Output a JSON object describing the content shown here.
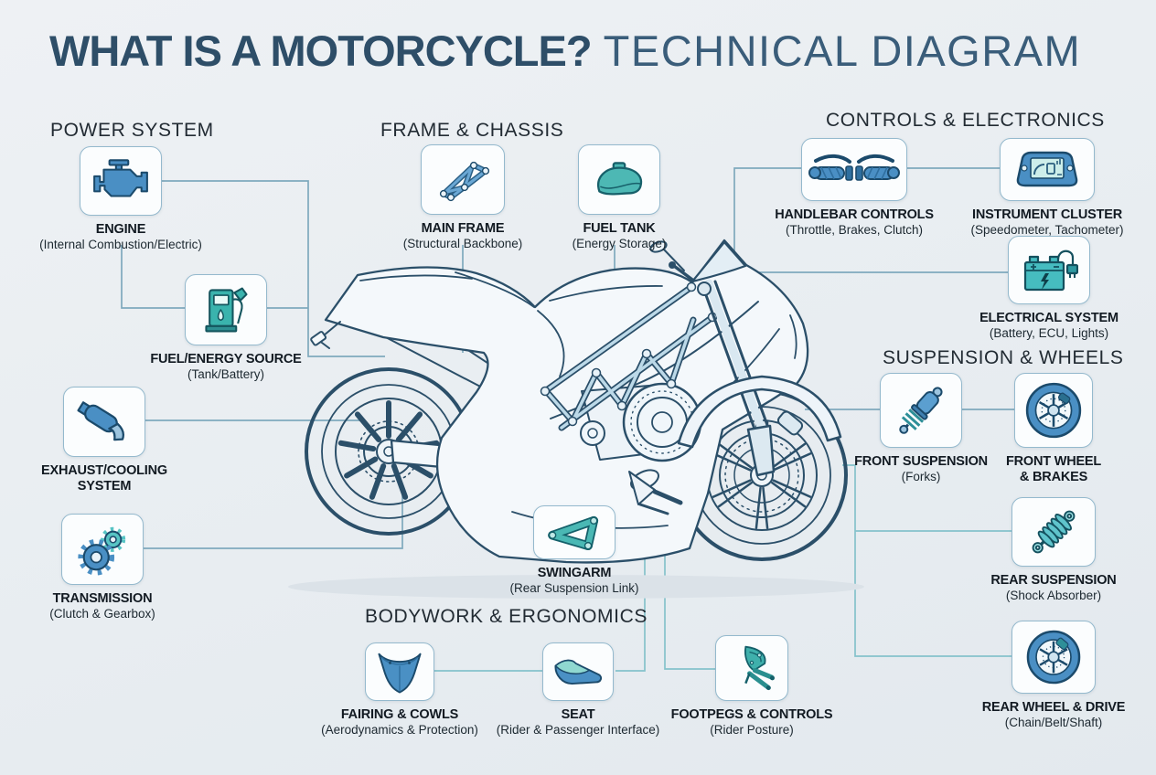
{
  "title": {
    "primary": "WHAT IS A MOTORCYCLE?",
    "secondary": "TECHNICAL DIAGRAM"
  },
  "sections": {
    "power": {
      "label": "POWER SYSTEM"
    },
    "frame": {
      "label": "FRAME & CHASSIS"
    },
    "controls": {
      "label": "CONTROLS & ELECTRONICS"
    },
    "suspension": {
      "label": "SUSPENSION & WHEELS"
    },
    "bodywork": {
      "label": "BODYWORK & ERGONOMICS"
    }
  },
  "components": {
    "engine": {
      "name": "ENGINE",
      "sub": "(Internal Combustion/Electric)",
      "icon": "engine-icon"
    },
    "fuel_source": {
      "name": "FUEL/ENERGY SOURCE",
      "sub": "(Tank/Battery)",
      "icon": "fuel-pump-icon"
    },
    "exhaust": {
      "name": "EXHAUST/COOLING",
      "name2": "SYSTEM",
      "icon": "exhaust-muffler-icon"
    },
    "transmission": {
      "name": "TRANSMISSION",
      "sub": "(Clutch & Gearbox)",
      "icon": "gears-icon"
    },
    "main_frame": {
      "name": "MAIN FRAME",
      "sub": "(Structural Backbone)",
      "icon": "trellis-frame-icon"
    },
    "fuel_tank": {
      "name": "FUEL TANK",
      "sub": "(Energy Storage)",
      "icon": "fuel-tank-icon"
    },
    "handlebar": {
      "name": "HANDLEBAR CONTROLS",
      "sub": "(Throttle, Brakes, Clutch)",
      "icon": "handlebar-grips-icon"
    },
    "instrument": {
      "name": "INSTRUMENT CLUSTER",
      "sub": "(Speedometer, Tachometer)",
      "icon": "instrument-cluster-icon"
    },
    "electrical": {
      "name": "ELECTRICAL SYSTEM",
      "sub": "(Battery, ECU, Lights)",
      "icon": "battery-icon"
    },
    "front_suspension": {
      "name": "FRONT SUSPENSION",
      "sub": "(Forks)",
      "icon": "front-shock-icon"
    },
    "front_wheel": {
      "name": "FRONT WHEEL",
      "name2": "& BRAKES",
      "icon": "front-wheel-icon"
    },
    "rear_suspension": {
      "name": "REAR SUSPENSION",
      "sub": "(Shock Absorber)",
      "icon": "coil-shock-icon"
    },
    "rear_wheel": {
      "name": "REAR WHEEL & DRIVE",
      "sub": "(Chain/Belt/Shaft)",
      "icon": "rear-wheel-icon"
    },
    "swingarm": {
      "name": "SWINGARM",
      "sub": "(Rear Suspension Link)",
      "icon": "swingarm-icon"
    },
    "fairing": {
      "name": "FAIRING & COWLS",
      "sub": "(Aerodynamics & Protection)",
      "icon": "fairing-icon"
    },
    "seat": {
      "name": "SEAT",
      "sub": "(Rider & Passenger Interface)",
      "icon": "seat-icon"
    },
    "footpegs": {
      "name": "FOOTPEGS & CONTROLS",
      "sub": "(Rider Posture)",
      "icon": "footpegs-icon"
    }
  },
  "colors": {
    "title_dark": "#2e4e68",
    "title_light": "#3a5d7a",
    "hdr": "#222b33",
    "text": "#121a22",
    "box_bg": "#fbfdfe",
    "box_border": "#94b9cd",
    "line": "#7fa9bd",
    "line_teal": "#85c2cb",
    "accent_blue": "#4a8fc4",
    "accent_teal": "#3fb4ae",
    "icon_outline": "#1b4a6b",
    "bike_outline": "#2b4f69"
  }
}
